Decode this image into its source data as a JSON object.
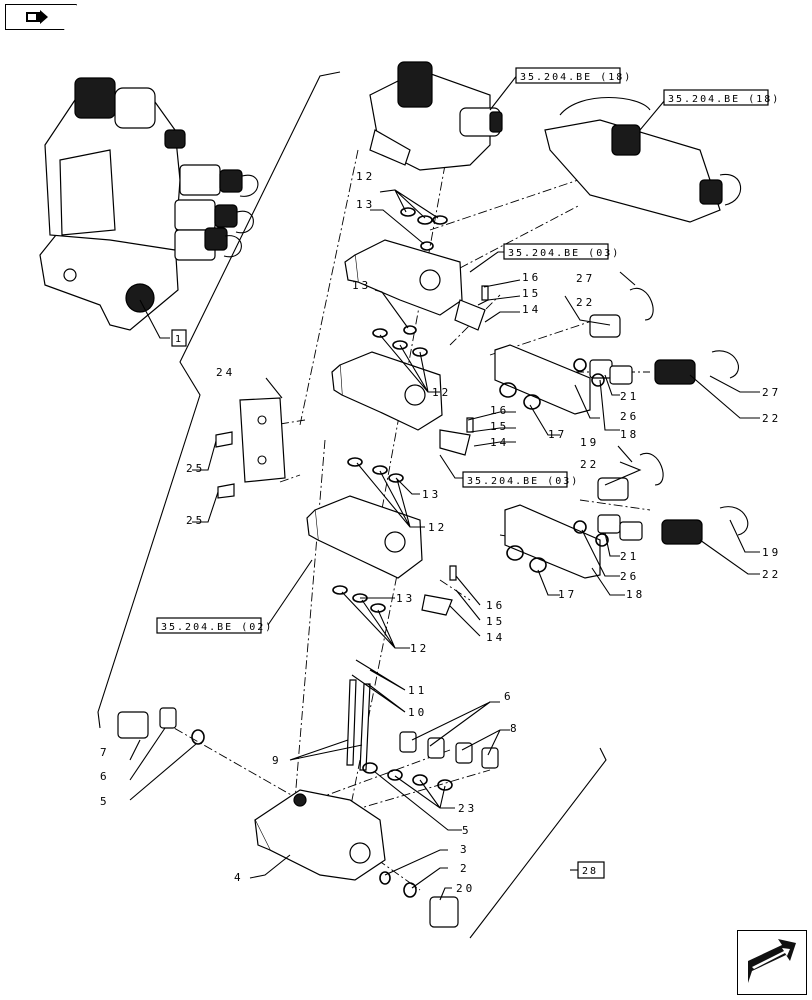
{
  "nav": {
    "top_icon": "book-arrow-icon",
    "bottom_icon": "next-page-arrow-icon"
  },
  "refs": {
    "r18a": "35.204.BE (18)",
    "r18b": "35.204.BE (18)",
    "r03a": "35.204.BE (03)",
    "r03b": "35.204.BE (03)",
    "r02": "35.204.BE (02)",
    "assy": "1",
    "kit": "28"
  },
  "labels": {
    "n12a": "12",
    "n13a": "13",
    "n16a": "16",
    "n15a": "15",
    "n14a": "14",
    "n27a": "27",
    "n22a": "22",
    "n13b": "13",
    "n12b": "12",
    "n21a": "21",
    "n26a": "26",
    "n17a": "17",
    "n18a": "18",
    "n27b": "27",
    "n22b": "22",
    "n24": "24",
    "n16b": "16",
    "n15b": "15",
    "n14b": "14",
    "n25a": "25",
    "n13c": "13",
    "n12c": "12",
    "n25b": "25",
    "n19a": "19",
    "n22c": "22",
    "n21b": "21",
    "n26b": "26",
    "n17b": "17",
    "n18b": "18",
    "n19b": "19",
    "n22d": "22",
    "n13d": "13",
    "n16c": "16",
    "n15c": "15",
    "n14c": "14",
    "n12d": "12",
    "n11": "11",
    "n10": "10",
    "n6a": "6",
    "n8": "8",
    "n7": "7",
    "n6b": "6",
    "n5a": "5",
    "n9": "9",
    "n23": "23",
    "n5b": "5",
    "n3": "3",
    "n2": "2",
    "n20": "20",
    "n4": "4"
  }
}
